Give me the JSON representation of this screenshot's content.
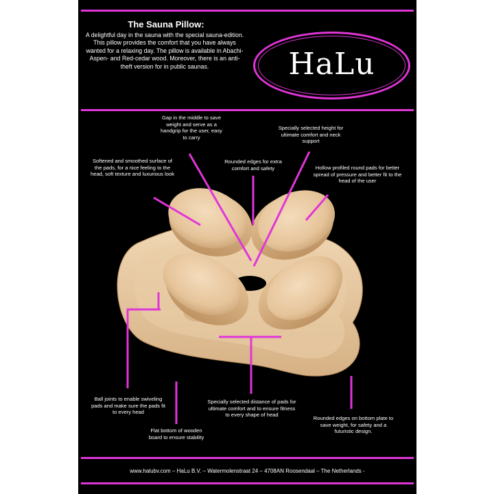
{
  "intro": {
    "title": "The Sauna Pillow:",
    "body": "A delightful day in the sauna with the special sauna-edition. This pillow provides the comfort that you have always wanted for a relaxing day. The pillow is available in Abachi-Aspen- and Red-cedar wood. Moreover, there is an anti-theft version for in public saunas."
  },
  "logo": {
    "text": "HaLu"
  },
  "annotations": {
    "gap": "Gap in the middle to save weight and serve as a handgrip for the user, easy to carry",
    "height": "Specially selected height for ultimate comfort and neck support",
    "softened": "Softened and smoothed surface of the pads, for a nice feeling to the head, soft texture and luxurious look",
    "rounded_top": "Rounded edges for extra comfort and safety",
    "hollow": "Hollow profiled round pads for better spread  of pressure and better fit to the head of the user",
    "ball_joints": "Ball joints to enable swiveling pads and make sure the pads fit to every head",
    "flat_bottom": "Flat bottom of wooden board to ensure stability",
    "distance": "Specially selected distance of pads for ultimate comfort and to ensure fitness to every shape of head",
    "rounded_bottom": "Rounded edges on bottom plate to save weight, for safety and a futuristic design."
  },
  "footer": {
    "text": "www.halubv.com – HaLu B.V. – Watermolenstraat 24 – 4708AN Roosendaal – The Netherlands -"
  },
  "colors": {
    "accent": "#e135d8",
    "background": "#000000",
    "wood": "#e9c9a1"
  }
}
